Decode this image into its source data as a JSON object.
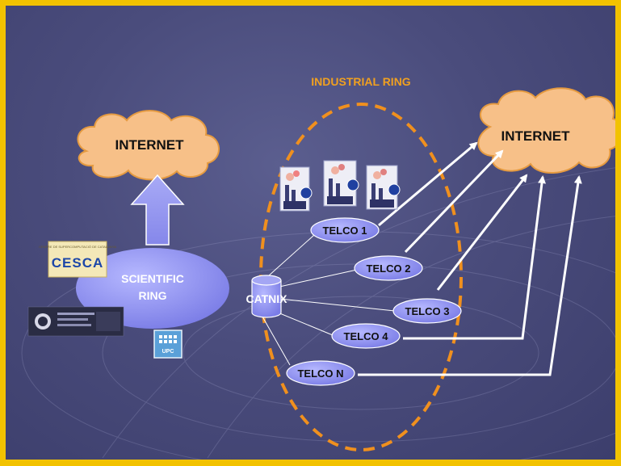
{
  "diagram": {
    "industrial_ring_label": "INDUSTRIAL RING",
    "scientific_ring_line1": "SCIENTIFIC",
    "scientific_ring_line2": "RING",
    "internet_left": "INTERNET",
    "internet_right": "INTERNET",
    "catnix": "CATNIX",
    "telcos": [
      "TELCO 1",
      "TELCO 2",
      "TELCO 3",
      "TELCO 4",
      "TELCO N"
    ],
    "logos": {
      "cesca": "CESCA",
      "cesca_caption": "CENTRE DE SUPERCOMPUTACIÓ DE CATALUNYA",
      "upc": "UPC"
    }
  },
  "colors": {
    "ring_dash": "#f0901e",
    "ring_label": "#f0a020",
    "cloud_fill": "#f7c088",
    "node_fill": "#8a8cf0",
    "link_white": "#ffffff"
  },
  "icons": [
    "factory-icon",
    "factory-icon",
    "factory-icon",
    "database-cylinder-icon",
    "up-arrow-icon"
  ]
}
